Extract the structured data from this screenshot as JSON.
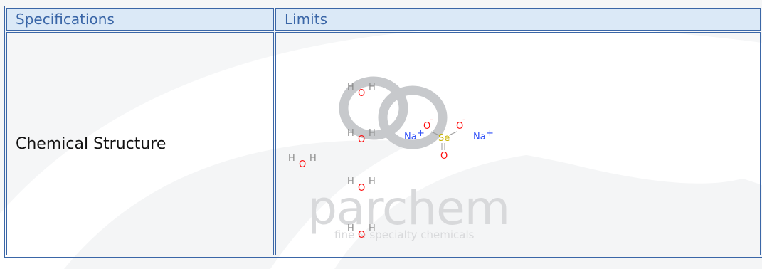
{
  "table": {
    "headers": [
      "Specifications",
      "Limits"
    ],
    "row_label": "Chemical Structure"
  },
  "watermark": {
    "brand": "parchem",
    "tagline": "fine & specialty chemicals"
  },
  "structure": {
    "atoms": {
      "h": "H",
      "o": "O",
      "na": "Na",
      "se": "Se",
      "plus": "+",
      "minus": "-"
    }
  },
  "colors": {
    "border": "#3a66a7",
    "header_bg": "#dbe9f7",
    "oxygen": "#ff0d0d",
    "sodium": "#3050f8",
    "selenium": "#c8b400",
    "hydrogen": "#8a8a8a"
  }
}
